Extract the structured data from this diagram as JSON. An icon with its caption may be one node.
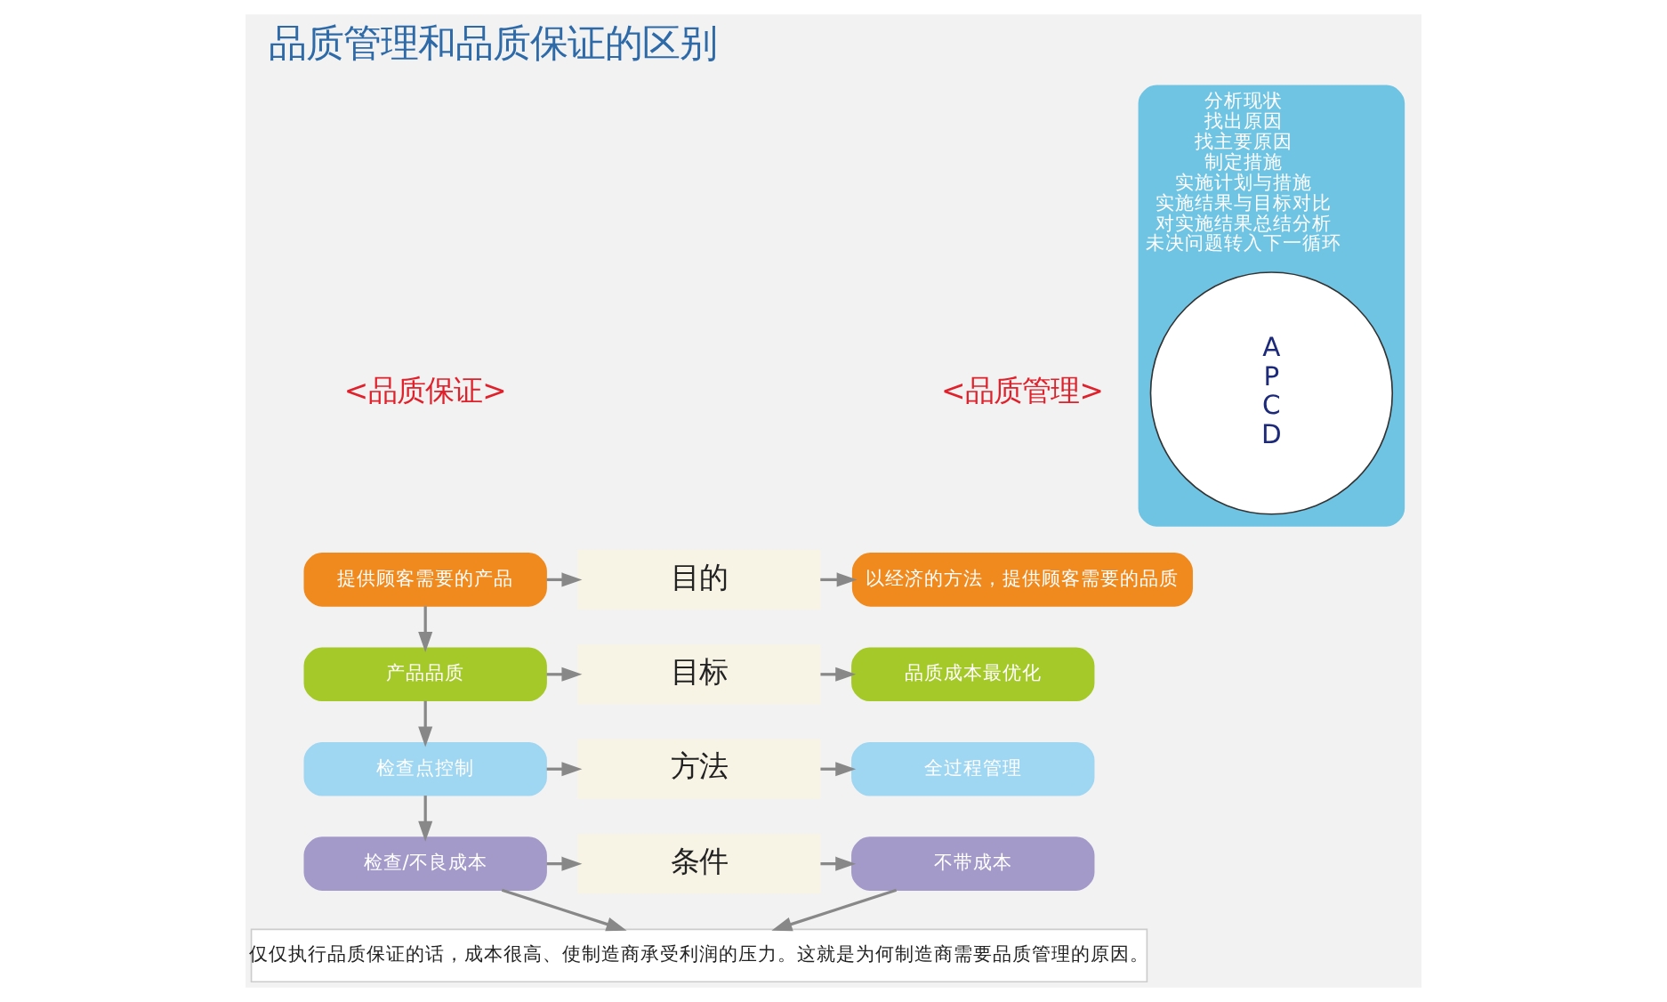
{
  "diagram": {
    "title": "品质管理和品质保证的区别",
    "nodes": [
      {
        "text": [
          "提供顾客需要的产品"
        ]
      },
      {
        "text": [
          "目的"
        ]
      },
      {
        "text": [
          "以经济的方法，提供顾客需要的品质"
        ]
      },
      {
        "text": [
          "产品品质"
        ]
      },
      {
        "text": [
          "目标"
        ]
      },
      {
        "text": [
          "品质成本最优化"
        ]
      },
      {
        "text": [
          "检查点控制"
        ]
      },
      {
        "text": [
          "方法"
        ]
      },
      {
        "text": [
          "全过程管理"
        ]
      },
      {
        "text": [
          "检查/不良成本"
        ]
      },
      {
        "text": [
          "条件"
        ]
      },
      {
        "text": [
          "不带成本"
        ]
      },
      {
        "text": [
          "仅仅执行品质保证的话，成本很高、使制造商承受利润的压力。这就是为何制造商需要品质管理的原因。"
        ]
      },
      {
        "text": [
          "分析现状",
          "找出原因",
          "找主要原因",
          "制定措施",
          "实施计划与措施",
          "实施结果与目标对比",
          "对实施结果总结分析",
          "未决问题转入下一循环"
        ]
      },
      {
        "text": [
          "A",
          "P",
          "C",
          "D"
        ],
        "in": 13
      }
    ],
    "edges": [
      {
        "from": 0,
        "to": 1,
        "arrow": "to"
      },
      {
        "from": 1,
        "to": 2,
        "arrow": "to"
      },
      {
        "from": 3,
        "to": 4,
        "arrow": "to"
      },
      {
        "from": 4,
        "to": 5,
        "arrow": "to"
      },
      {
        "from": 6,
        "to": 7,
        "arrow": "to"
      },
      {
        "from": 7,
        "to": 8,
        "arrow": "to"
      },
      {
        "from": 9,
        "to": 10,
        "arrow": "to"
      },
      {
        "from": 10,
        "to": 11,
        "arrow": "to"
      },
      {
        "from": 0,
        "to": 3,
        "arrow": "to"
      },
      {
        "from": 3,
        "to": 6,
        "arrow": "to"
      },
      {
        "from": 6,
        "to": 9,
        "arrow": "to"
      },
      {
        "from": 9,
        "to": 12,
        "arrow": "to"
      },
      {
        "from": 11,
        "to": 12,
        "arrow": "to"
      }
    ],
    "labels": [
      "<品质保证>",
      "<品质管理>"
    ]
  }
}
